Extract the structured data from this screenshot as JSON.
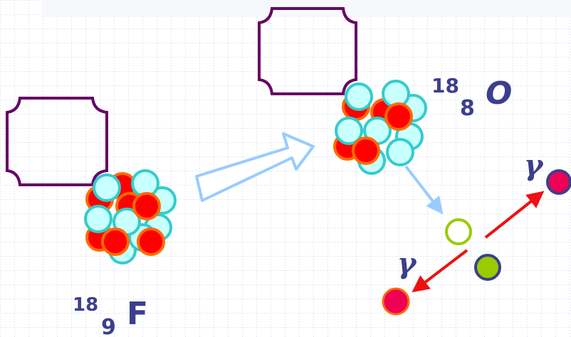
{
  "labels": {
    "fluorine": {
      "mass": "18",
      "atomic": "9",
      "symbol": "F"
    },
    "oxygen": {
      "mass": "18",
      "atomic": "8",
      "symbol": "O"
    },
    "gamma_upper": "γ",
    "gamma_lower": "γ"
  },
  "colors": {
    "proton": "#ff0000",
    "proton_stroke": "#ff6a00",
    "neutron": "#c8ffff",
    "neutron_stroke": "#33cccc",
    "box_stroke": "#660066",
    "hollow_arrow": "#99ccff",
    "small_arrow": "#99ccff",
    "gamma_arrow": "#ee1111",
    "positron": "#99cc00",
    "electron": "#ffffff",
    "photon": "#ee0055",
    "label_text": "#3c3f8c",
    "grid": "#c8d2ea"
  }
}
